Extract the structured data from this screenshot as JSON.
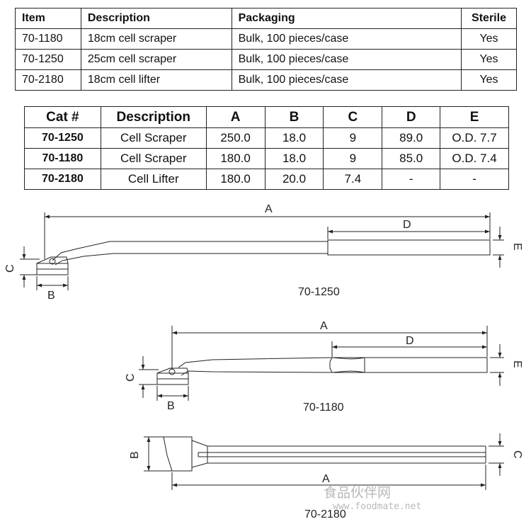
{
  "table1": {
    "headers": [
      "Item",
      "Description",
      "Packaging",
      "Sterile"
    ],
    "rows": [
      [
        "70-1180",
        "18cm cell scraper",
        "Bulk, 100 pieces/case",
        "Yes"
      ],
      [
        "70-1250",
        "25cm cell scraper",
        "Bulk, 100 pieces/case",
        "Yes"
      ],
      [
        "70-2180",
        "18cm cell lifter",
        "Bulk, 100 pieces/case",
        "Yes"
      ]
    ]
  },
  "table2": {
    "headers": [
      "Cat #",
      "Description",
      "A",
      "B",
      "C",
      "D",
      "E"
    ],
    "rows": [
      [
        "70-1250",
        "Cell Scraper",
        "250.0",
        "18.0",
        "9",
        "89.0",
        "O.D. 7.7"
      ],
      [
        "70-1180",
        "Cell Scraper",
        "180.0",
        "18.0",
        "9",
        "85.0",
        "O.D. 7.4"
      ],
      [
        "70-2180",
        "Cell Lifter",
        "180.0",
        "20.0",
        "7.4",
        "-",
        "-"
      ]
    ]
  },
  "drawings": {
    "d1": {
      "caption": "70-1250",
      "a": "A",
      "b": "B",
      "c": "C",
      "d": "D",
      "e": "E"
    },
    "d2": {
      "caption": "70-1180",
      "a": "A",
      "b": "B",
      "c": "C",
      "d": "D",
      "e": "E"
    },
    "d3": {
      "caption": "70-2180",
      "a": "A",
      "b": "B",
      "c": "C"
    }
  },
  "watermark": {
    "cn": "食品伙伴网",
    "url": "www.foodmate.net"
  }
}
